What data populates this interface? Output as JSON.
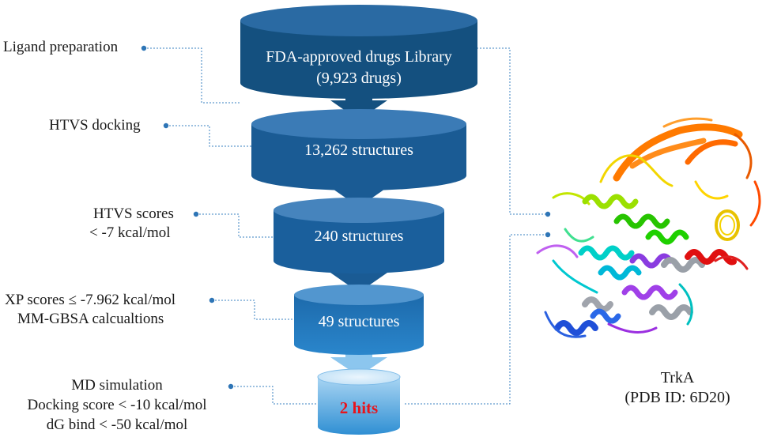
{
  "library": {
    "title": "FDA-approved drugs Library",
    "count": "(9,923 drugs)"
  },
  "stages": [
    {
      "label": "13,262 structures"
    },
    {
      "label": "240 structures"
    },
    {
      "label": "49 structures"
    },
    {
      "label": "2 hits"
    }
  ],
  "steps": [
    {
      "lines": [
        "Ligand preparation"
      ]
    },
    {
      "lines": [
        "HTVS docking"
      ]
    },
    {
      "lines": [
        "HTVS scores",
        "< -7 kcal/mol"
      ]
    },
    {
      "lines": [
        "XP scores ≤ -7.962 kcal/mol",
        "MM-GBSA calcualtions"
      ]
    },
    {
      "lines": [
        "MD simulation",
        "Docking score < -10 kcal/mol",
        "dG bind < -50 kcal/mol"
      ]
    }
  ],
  "protein": {
    "name": "TrkA",
    "pdb": "(PDB ID: 6D20)"
  },
  "colors": {
    "dark_blue": "#1a5b94",
    "light_blue": "#2f8fd3",
    "accent_red": "#e8141b",
    "connector": "#2e75b6"
  }
}
